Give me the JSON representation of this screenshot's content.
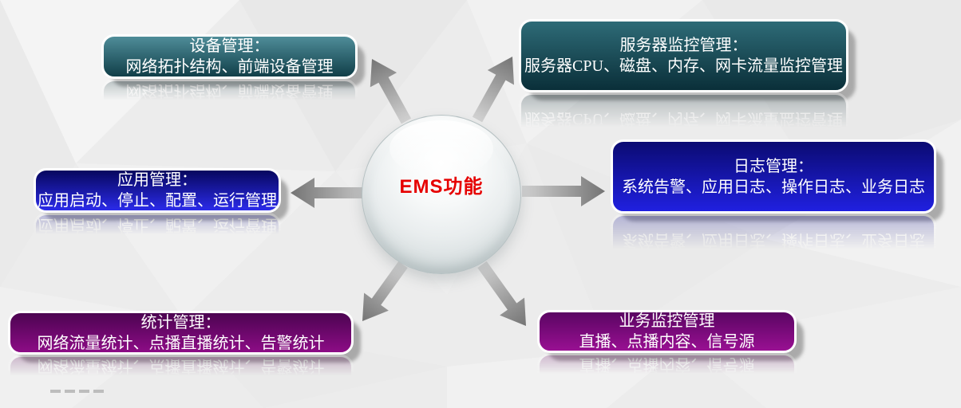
{
  "canvas": {
    "background": "#ececec"
  },
  "center": {
    "label": "EMS功能",
    "text_color": "#e60000"
  },
  "boxes": [
    {
      "name": "device-management",
      "line1": "设备管理：",
      "line2": "网络拓扑结构、前端设备管理",
      "color_top": "#4f8d99",
      "color_bottom": "#103e48"
    },
    {
      "name": "server-monitoring",
      "line1": "服务器监控管理：",
      "line2": "服务器CPU、磁盘、内存、网卡流量监控管理",
      "color_top": "#2e6b77",
      "color_bottom": "#0a2f39"
    },
    {
      "name": "app-management",
      "line1": "应用管理：",
      "line2": "应用启动、停止、配置、运行管理",
      "color_top": "#07075e",
      "color_bottom": "#2b2bea"
    },
    {
      "name": "log-management",
      "line1": "日志管理：",
      "line2": "系统告警、应用日志、操作日志、业务日志",
      "color_top": "#0b0b72",
      "color_bottom": "#2020e0"
    },
    {
      "name": "stats-management",
      "line1": "统计管理：",
      "line2": "网络流量统计、点播直播统计、告警统计",
      "color_top": "#4c0451",
      "color_bottom": "#8d0c86"
    },
    {
      "name": "business-monitoring",
      "line1": "业务监控管理",
      "line2": "直播、点播内容、信号源",
      "color_top": "#5a0562",
      "color_bottom": "#991092"
    }
  ],
  "arrow_color": {
    "from": "#d2d2d2",
    "to": "#747474"
  }
}
